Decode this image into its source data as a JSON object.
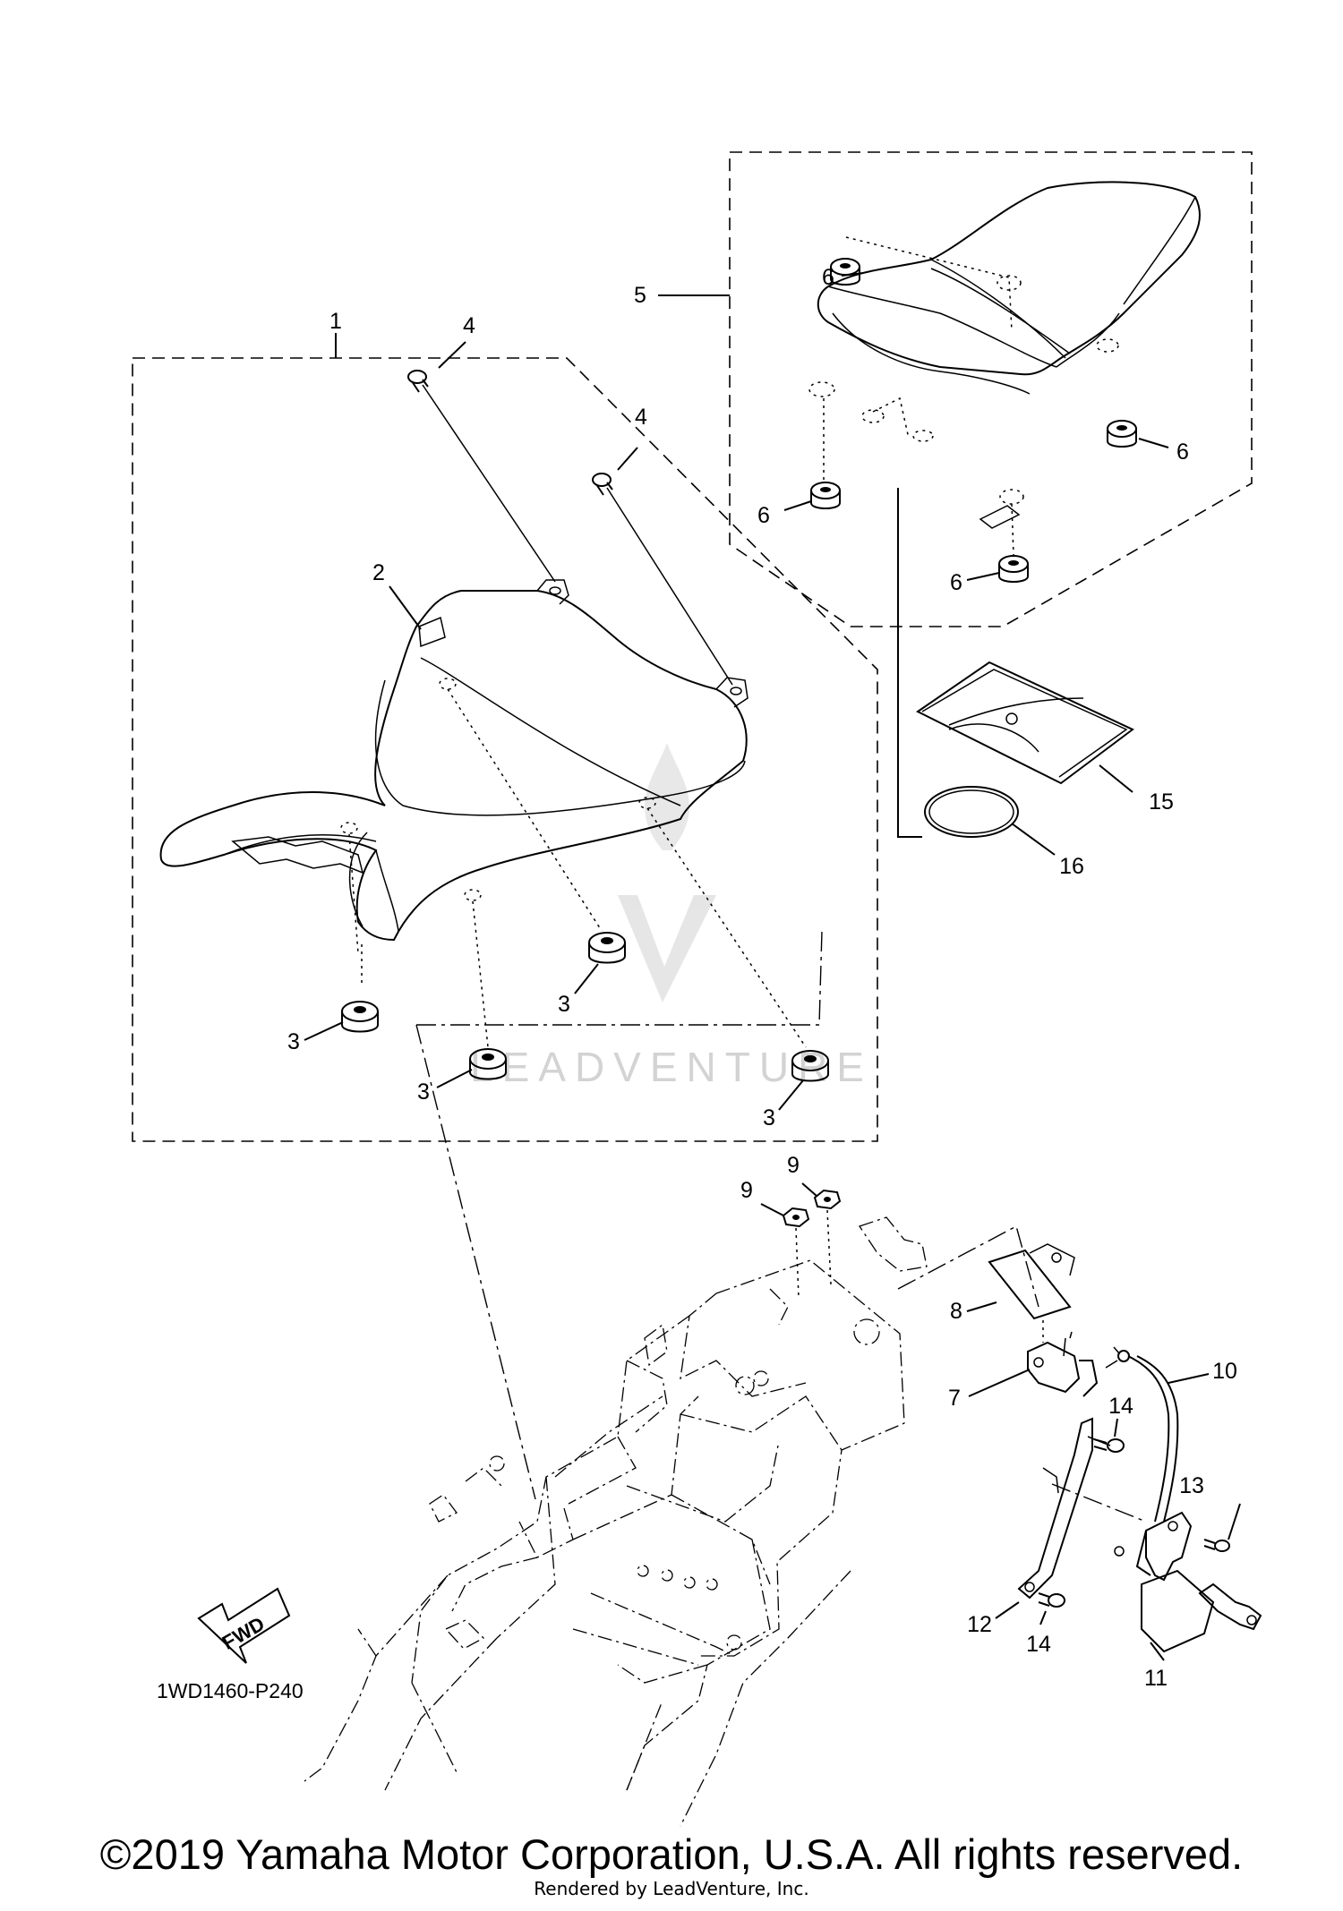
{
  "diagram": {
    "code": "1WD1460-P240",
    "fwd_label": "FWD",
    "watermark": "LEADVENTURE",
    "callouts": {
      "p1": "1",
      "p2": "2",
      "p3a": "3",
      "p3b": "3",
      "p3c": "3",
      "p3d": "3",
      "p4a": "4",
      "p4b": "4",
      "p5": "5",
      "p6a": "6",
      "p6b": "6",
      "p6c": "6",
      "p6d": "6",
      "p7": "7",
      "p8": "8",
      "p9a": "9",
      "p9b": "9",
      "p10": "10",
      "p11": "11",
      "p12": "12",
      "p13": "13",
      "p14a": "14",
      "p14b": "14",
      "p15": "15",
      "p16": "16"
    }
  },
  "footer": {
    "copyright": "©2019 Yamaha Motor Corporation, U.S.A. All rights reserved.",
    "rendered_by": "Rendered by LeadVenture, Inc."
  }
}
